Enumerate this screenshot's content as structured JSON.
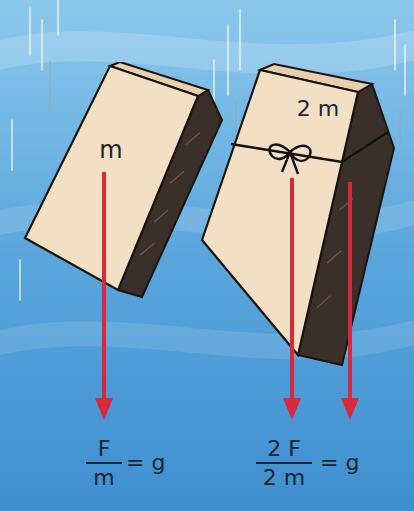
{
  "diagram": {
    "nodes": [
      {
        "text": [
          "m"
        ]
      },
      {
        "text": [
          "2 m"
        ]
      }
    ],
    "labels": [
      "F",
      "m",
      "= g",
      "2 F",
      "2 m",
      "= g"
    ]
  }
}
